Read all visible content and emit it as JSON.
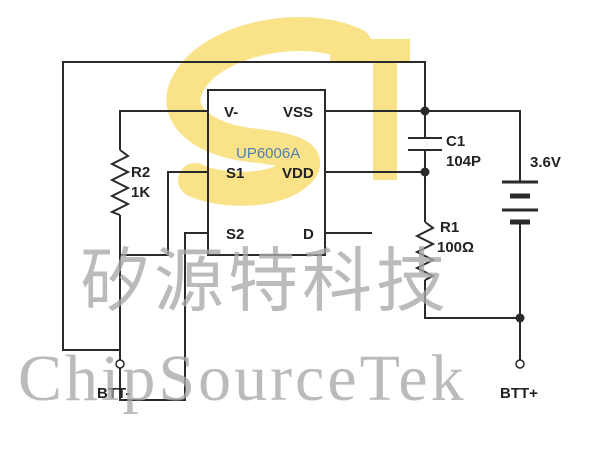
{
  "chip": {
    "part_number": "UP6006A",
    "pins": {
      "v_minus": "V-",
      "vss": "VSS",
      "s1": "S1",
      "vdd": "VDD",
      "s2": "S2",
      "d": "D"
    }
  },
  "components": {
    "c1": {
      "ref": "C1",
      "value": "104P"
    },
    "r1": {
      "ref": "R1",
      "value": "100Ω"
    },
    "r2": {
      "ref": "R2",
      "value": "1K"
    },
    "battery": {
      "voltage": "3.6V"
    }
  },
  "terminals": {
    "negative": "BTT-",
    "positive": "BTT+"
  },
  "watermark": {
    "chinese": "矽源特科技",
    "english": "ChipSourceTek"
  },
  "colors": {
    "wire": "#2a2a2a",
    "logo": "#f7cf3a",
    "watermark": "#a9a9a9",
    "part_number": "#4f7fb0"
  }
}
